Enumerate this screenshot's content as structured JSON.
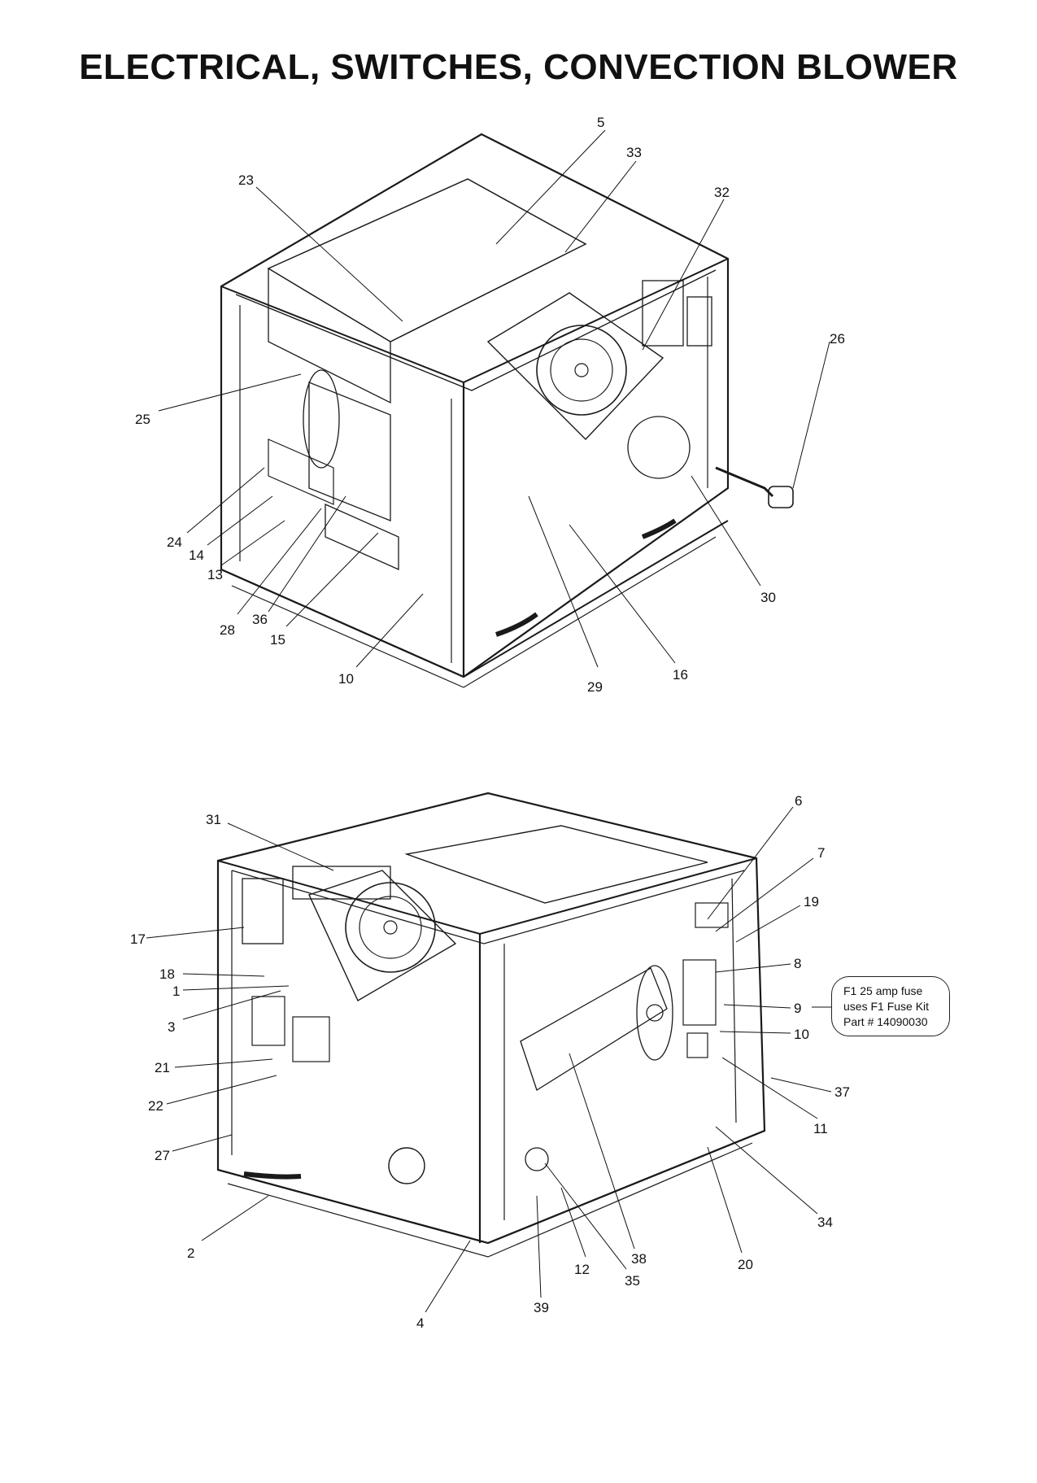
{
  "title": "ELECTRICAL, SWITCHES, CONVECTION BLOWER",
  "top_diagram": {
    "callouts": [
      "5",
      "33",
      "32",
      "23",
      "26",
      "25",
      "24",
      "14",
      "13",
      "28",
      "36",
      "15",
      "10",
      "29",
      "16",
      "30"
    ]
  },
  "bottom_diagram": {
    "callouts": [
      "31",
      "6",
      "7",
      "19",
      "17",
      "18",
      "1",
      "8",
      "9",
      "10",
      "3",
      "21",
      "22",
      "37",
      "11",
      "27",
      "34",
      "20",
      "2",
      "38",
      "12",
      "35",
      "39",
      "4"
    ]
  },
  "fuse_note": {
    "line1": "F1 25 amp fuse",
    "line2": "uses F1 Fuse Kit",
    "line3": "Part # 14090030"
  }
}
